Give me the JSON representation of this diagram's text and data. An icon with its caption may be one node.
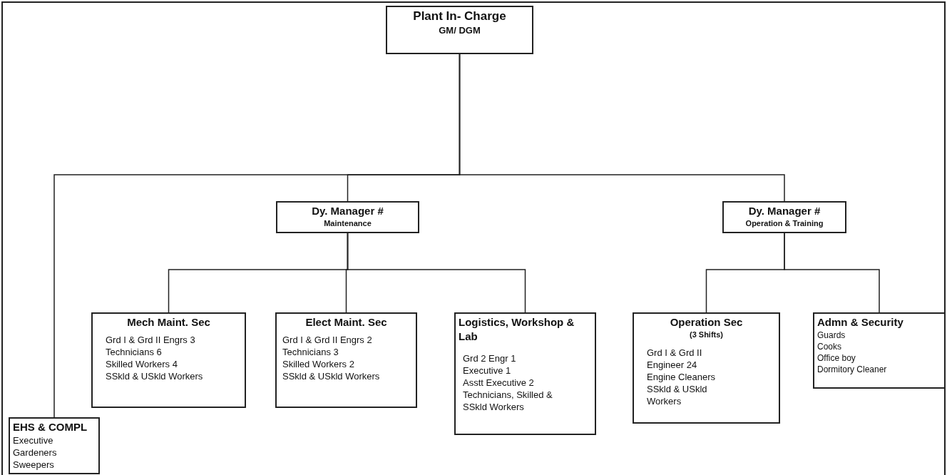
{
  "diagram": {
    "nodes": [
      {
        "text": [
          "Plant In- Charge",
          "GM/ DGM"
        ]
      },
      {
        "text": [
          "Dy. Manager #",
          "Maintenance"
        ]
      },
      {
        "text": [
          "Dy. Manager #",
          "Operation & Training"
        ]
      },
      {
        "text": [
          "Mech Maint. Sec",
          "Grd I & Grd II Engrs 3",
          "Technicians 6",
          "Skilled Workers 4",
          "SSkld & USkld Workers"
        ]
      },
      {
        "text": [
          "Elect Maint. Sec",
          "Grd I & Grd II Engrs 2",
          "Technicians 3",
          "Skilled Workers 2",
          "SSkld & USkld Workers"
        ]
      },
      {
        "text": [
          "Logistics, Workshop & Lab",
          "Grd 2 Engr 1",
          "Executive 1",
          "Asstt Executive 2",
          "Technicians, Skilled & SSkld Workers"
        ]
      },
      {
        "text": [
          "Operation Sec",
          "(3 Shifts)",
          "Grd I & Grd II Engineer 24",
          "Engine Cleaners",
          "SSkld & USkld Workers"
        ]
      },
      {
        "text": [
          "Admn & Security",
          "Guards",
          "Cooks",
          "Office boy",
          "Dormitory Cleaner"
        ]
      },
      {
        "text": [
          "EHS & COMPL",
          "Executive",
          "Gardeners",
          "Sweepers"
        ]
      }
    ],
    "edges": [
      {
        "from": 0,
        "to": 1,
        "arrow": "none"
      },
      {
        "from": 0,
        "to": 2,
        "arrow": "none"
      },
      {
        "from": 0,
        "to": 8,
        "arrow": "none"
      },
      {
        "from": 1,
        "to": 3,
        "arrow": "none"
      },
      {
        "from": 1,
        "to": 4,
        "arrow": "none"
      },
      {
        "from": 1,
        "to": 5,
        "arrow": "none"
      },
      {
        "from": 2,
        "to": 6,
        "arrow": "none"
      },
      {
        "from": 2,
        "to": 7,
        "arrow": "none"
      }
    ]
  }
}
